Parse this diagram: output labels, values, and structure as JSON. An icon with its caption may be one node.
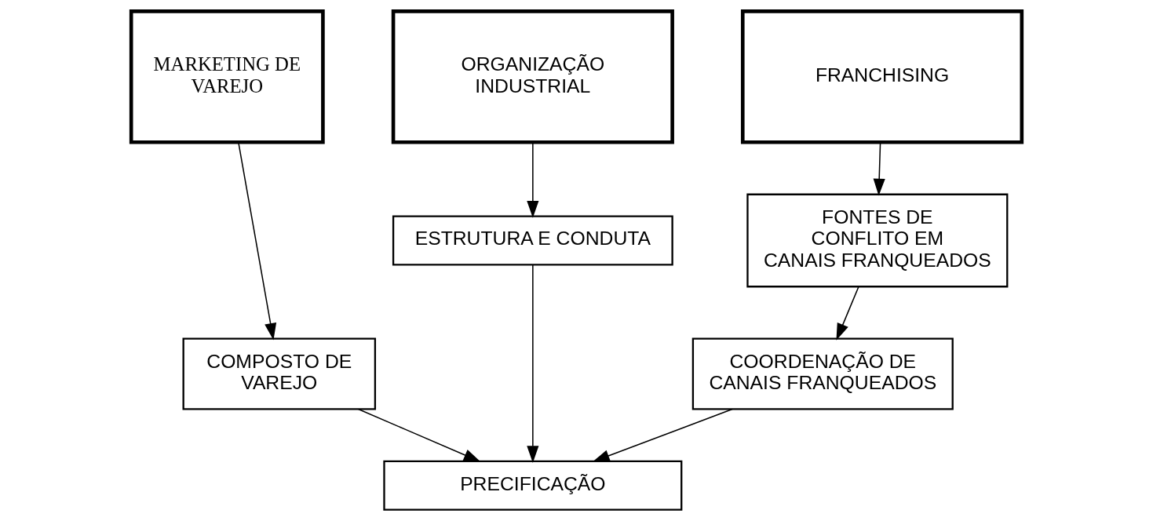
{
  "diagram": {
    "nodes": [
      {
        "text": [
          "MARKETING DE VAREJO"
        ]
      },
      {
        "text": [
          "ORGANIZAÇÃO INDUSTRIAL"
        ]
      },
      {
        "text": [
          "FRANCHISING"
        ]
      },
      {
        "text": [
          "COMPOSTO DE VAREJO"
        ]
      },
      {
        "text": [
          "ESTRUTURA E CONDUTA"
        ]
      },
      {
        "text": [
          "FONTES DE CONFLITO EM CANAIS FRANQUEADOS"
        ]
      },
      {
        "text": [
          "COORDENAÇÃO DE CANAIS FRANQUEADOS"
        ]
      },
      {
        "text": [
          "PRECIFICAÇÃO"
        ]
      }
    ],
    "edges": [
      {
        "from": 0,
        "to": 3,
        "arrow": "to"
      },
      {
        "from": 1,
        "to": 4,
        "arrow": "to"
      },
      {
        "from": 2,
        "to": 5,
        "arrow": "to"
      },
      {
        "from": 5,
        "to": 6,
        "arrow": "to"
      },
      {
        "from": 3,
        "to": 7,
        "arrow": "to"
      },
      {
        "from": 4,
        "to": 7,
        "arrow": "to"
      },
      {
        "from": 6,
        "to": 7,
        "arrow": "to"
      }
    ]
  }
}
